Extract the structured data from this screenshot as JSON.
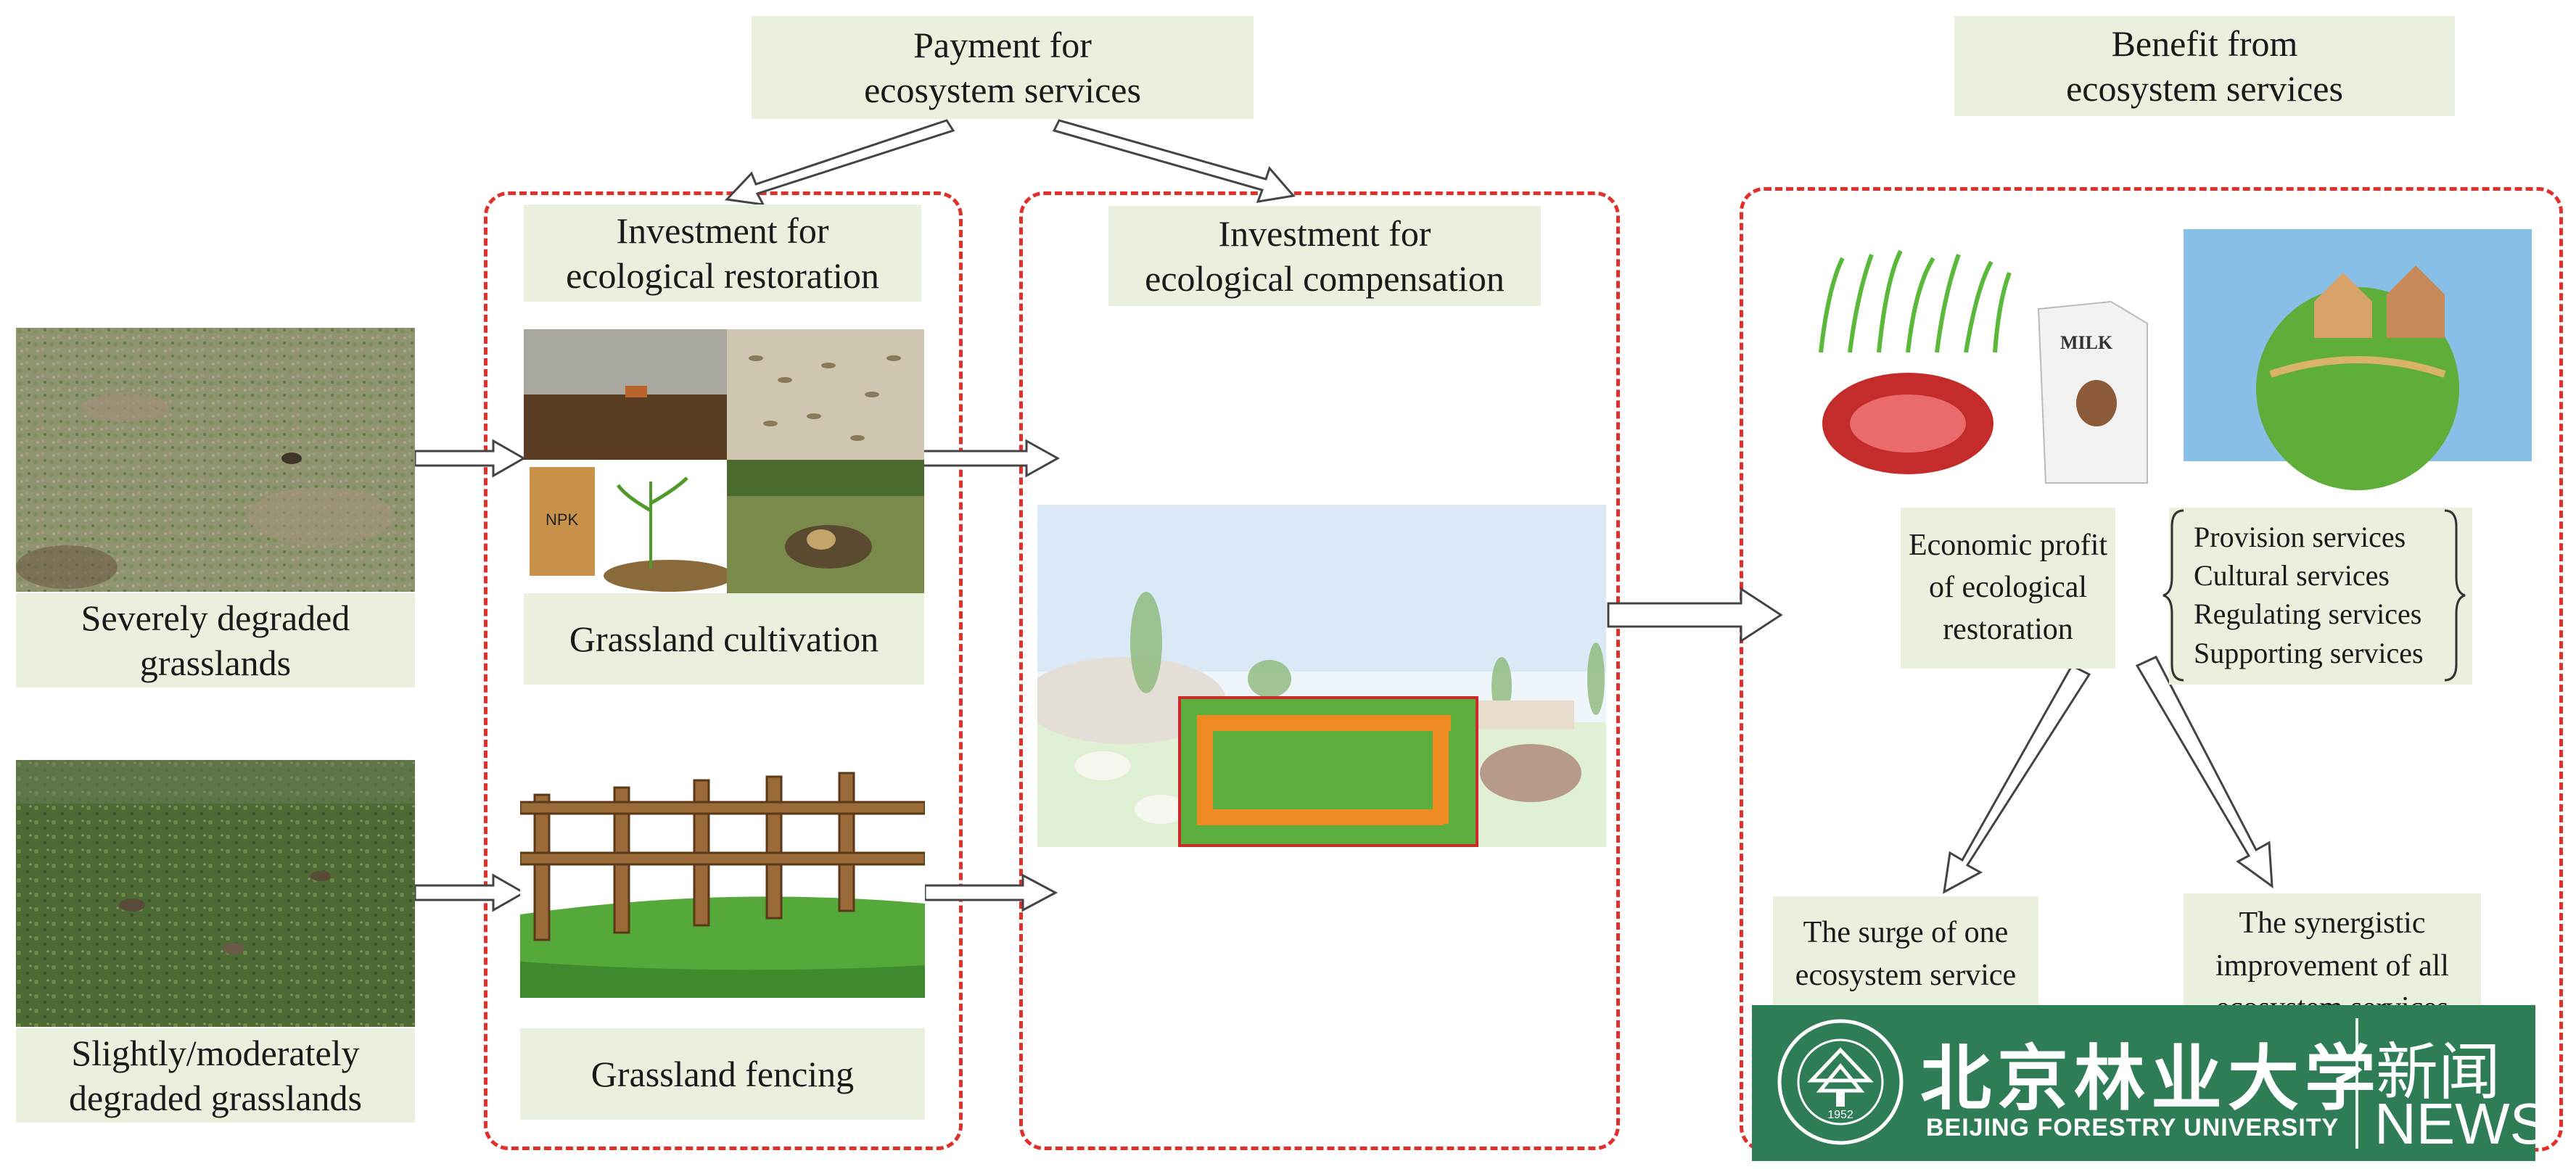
{
  "top": {
    "payment": "Payment for\necosystem services",
    "benefit": "Benefit from\necosystem services"
  },
  "restoration": {
    "title": "Investment for\necological restoration",
    "cultivation": "Grassland cultivation",
    "fencing": "Grassland fencing"
  },
  "compensation": {
    "title": "Investment for\necological compensation"
  },
  "grasslands": {
    "severe": "Severely degraded\ngrasslands",
    "slight": "Slightly/moderately\ndegraded grasslands"
  },
  "benefits": {
    "economic": "Economic profit\nof ecological\nrestoration",
    "services": [
      "Provision services",
      "Cultural services",
      "Regulating services",
      "Supporting services"
    ],
    "surge": "The surge of one\necosystem service",
    "synergy": "The synergistic\nimprovement of all\necosystem services"
  },
  "milk_text": "MILK",
  "npk_text": "NPK",
  "watermark": {
    "name_cn": "北京林业大学",
    "name_en": "BEIJING FORESTRY UNIVERSITY",
    "news_cn": "新闻",
    "news_en": "NEWS",
    "seal_year": "1952"
  },
  "colors": {
    "dash": "#e0302c",
    "label_bg": "#e9f1de",
    "watermark_bg": "#2f7d57"
  }
}
